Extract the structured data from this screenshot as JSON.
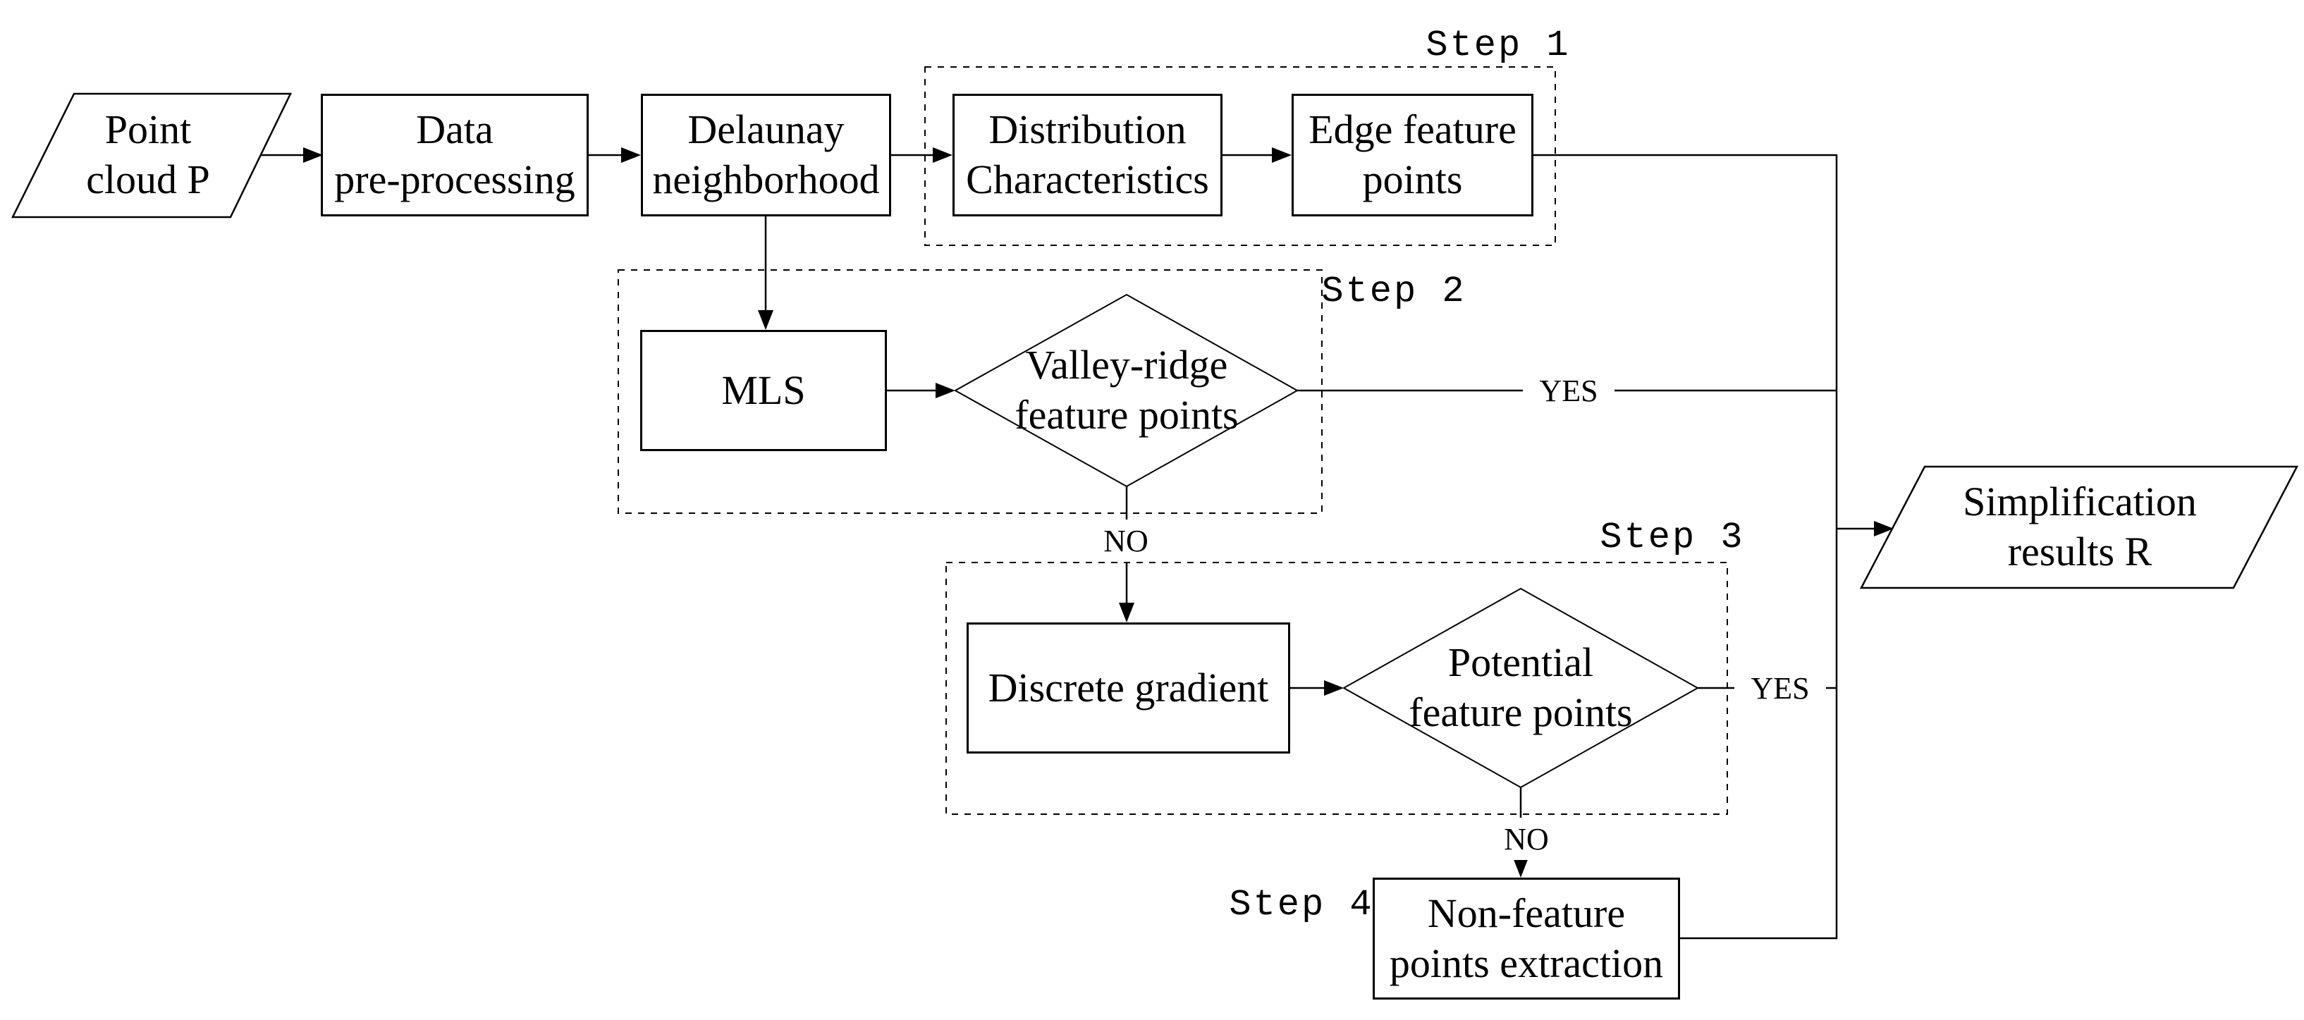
{
  "diagram": {
    "nodes": {
      "point_cloud": {
        "line1": "Point",
        "line2": "cloud P"
      },
      "data_preprocessing": {
        "line1": "Data",
        "line2": "pre-processing"
      },
      "delaunay": {
        "line1": "Delaunay",
        "line2": "neighborhood"
      },
      "distribution": {
        "line1": "Distribution",
        "line2": "Characteristics"
      },
      "edge_feature": {
        "line1": "Edge feature",
        "line2": "points"
      },
      "mls": {
        "line1": "MLS",
        "line2": ""
      },
      "valley_ridge": {
        "line1": "Valley-ridge",
        "line2": "feature points"
      },
      "discrete_gradient": {
        "line1": "Discrete gradient",
        "line2": ""
      },
      "potential": {
        "line1": "Potential",
        "line2": "feature points"
      },
      "non_feature": {
        "line1": "Non-feature",
        "line2": "points extraction"
      },
      "simplification": {
        "line1": "Simplification",
        "line2": "results R"
      }
    },
    "step_labels": {
      "step1": "Step 1",
      "step2": "Step 2",
      "step3": "Step 3",
      "step4": "Step 4"
    },
    "edge_labels": {
      "yes_valley": "YES",
      "no_valley": "NO",
      "yes_potential": "YES",
      "no_potential": "NO"
    },
    "colors": {
      "line": "#000000",
      "background": "#ffffff"
    }
  }
}
